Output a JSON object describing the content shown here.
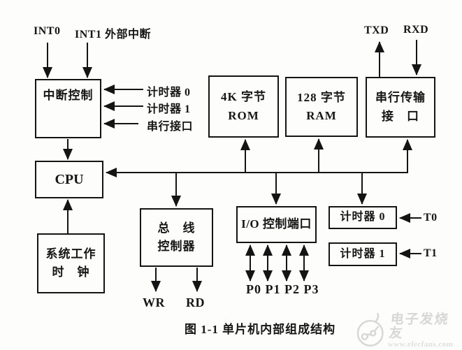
{
  "diagram": {
    "caption": "图 1-1 单片机内部组成结构",
    "boxes": {
      "interrupt_control": {
        "label": "中断控制"
      },
      "cpu": {
        "label": "CPU"
      },
      "system_clock": {
        "line1": "系统工作",
        "line2": "时　钟"
      },
      "rom": {
        "line1": "4K 字节",
        "line2": "ROM"
      },
      "ram": {
        "line1": "128 字节",
        "line2": "RAM"
      },
      "serial_port": {
        "line1": "串行传输",
        "line2": "接　口"
      },
      "bus_controller": {
        "line1": "总　线",
        "line2": "控制器"
      },
      "io_port": {
        "label": "I/O 控制端口"
      },
      "timer0": {
        "label": "计时器 0"
      },
      "timer1": {
        "label": "计时器 1"
      }
    },
    "labels": {
      "int0": "INT0",
      "int1_external": "INT1 外部中断",
      "timer0_signal": "计时器 0",
      "timer1_signal": "计时器 1",
      "serial_signal": "串行接口",
      "txd": "TXD",
      "rxd": "RXD",
      "t0": "T0",
      "t1": "T1",
      "wr": "WR",
      "rd": "RD",
      "ports": "P0 P1 P2 P3"
    },
    "watermark": {
      "brand": "电子发烧友",
      "url": "www.elecfans.com"
    },
    "colors": {
      "line": "#141414",
      "text": "#161616",
      "watermark": "#d7d7d5",
      "background": "#fdfdfb"
    }
  }
}
